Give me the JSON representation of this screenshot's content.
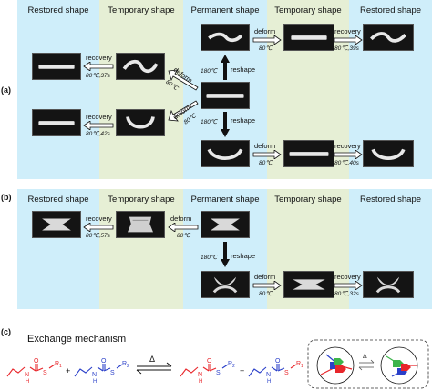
{
  "panel_a": {
    "letter": "(a)",
    "headers": [
      "Restored shape",
      "Temporary shape",
      "Permanent shape",
      "Temporary shape",
      "Restored shape"
    ],
    "top_left_arrow": {
      "label": "recovery",
      "sub": "80℃,37s"
    },
    "bot_left_arrow": {
      "label": "recovery",
      "sub": "80℃,42s"
    },
    "diag_up": {
      "label": "deform",
      "sub": "80℃"
    },
    "diag_down": {
      "label": "deform",
      "sub": "80℃"
    },
    "v_up": {
      "temp": "180℃",
      "label": "reshape"
    },
    "v_down": {
      "temp": "180℃",
      "label": "reshape"
    },
    "top_right_deform": {
      "label": "deform",
      "sub": "80℃"
    },
    "top_right_recovery": {
      "label": "recovery",
      "sub": "80℃,39s"
    },
    "bot_right_deform": {
      "label": "deform",
      "sub": "80℃"
    },
    "bot_right_recovery": {
      "label": "recovery",
      "sub": "80℃,40s"
    }
  },
  "panel_b": {
    "letter": "(b)",
    "headers": [
      "Restored shape",
      "Temporary shape",
      "Permanent shape",
      "Temporary shape",
      "Restored shape"
    ],
    "left_recovery": {
      "label": "recovery",
      "sub": "80℃,57s"
    },
    "left_deform": {
      "label": "deform",
      "sub": "80℃"
    },
    "v": {
      "temp": "180℃",
      "label": "reshape"
    },
    "right_deform": {
      "label": "deform",
      "sub": "80℃"
    },
    "right_recovery": {
      "label": "recovery",
      "sub": "80℃,32s"
    }
  },
  "panel_c": {
    "letter": "(c)",
    "title": "Exchange mechanism",
    "plus": "+",
    "delta": "Δ",
    "atoms": {
      "N": "N",
      "H": "H",
      "O": "O",
      "S": "S",
      "R1": "R",
      "R1_sub": "1",
      "R2": "R",
      "R2_sub": "2"
    }
  },
  "colors": {
    "blue_band": "#cfeefa",
    "green_band": "#e6efd5",
    "red_mol": "#e8262b",
    "blue_mol": "#2a3fc9",
    "photo_bg": "#141414"
  }
}
